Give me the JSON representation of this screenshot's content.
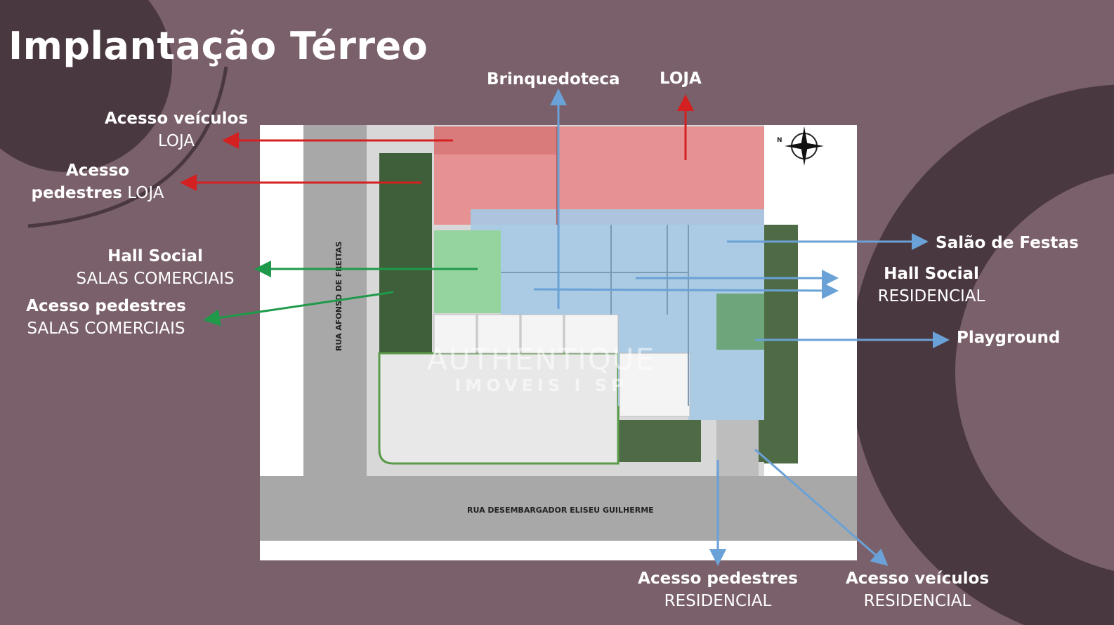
{
  "title": "Implantação Térreo",
  "colors": {
    "background": "#7a606a",
    "dark_shape": "#4a3840",
    "store_zone": "#e88c8c",
    "commercial_zone": "#8fd39a",
    "residential_zone": "#a7c9e4",
    "arrow_red": "#d42020",
    "arrow_green": "#1e9a4a",
    "arrow_blue": "#6aa1d6"
  },
  "labels": {
    "brinquedoteca": "Brinquedoteca",
    "loja_top": "LOJA",
    "acesso_veiculos_loja": {
      "line1": "Acesso veículos",
      "line2": "LOJA"
    },
    "acesso_pedestres_loja": {
      "line1": "Acesso",
      "line2_bold": "pedestres",
      "line2_normal": "LOJA"
    },
    "hall_social_salas": {
      "line1": "Hall Social",
      "line2": "SALAS COMERCIAIS"
    },
    "acesso_pedestres_salas": {
      "line1": "Acesso pedestres",
      "line2": "SALAS COMERCIAIS"
    },
    "salao_festas": "Salão de Festas",
    "hall_social_residencial": {
      "line1": "Hall Social",
      "line2": "RESIDENCIAL"
    },
    "playground": "Playground",
    "acesso_pedestres_residencial": {
      "line1": "Acesso pedestres",
      "line2": "RESIDENCIAL"
    },
    "acesso_veiculos_residencial": {
      "line1": "Acesso veículos",
      "line2": "RESIDENCIAL"
    }
  },
  "plan": {
    "street_left": "RUA AFONSO DE FREITAS",
    "street_bottom": "RUA DESEMBARGADOR ELISEU GUILHERME",
    "compass_north": "N"
  },
  "watermark": {
    "name": "AUTHENTIQUE",
    "sub": "IMOVEIS I SP"
  }
}
